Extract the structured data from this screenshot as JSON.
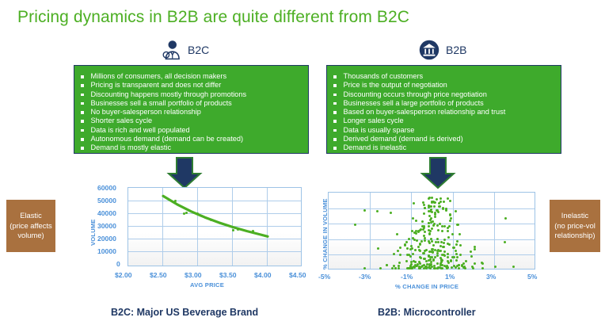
{
  "slide": {
    "title": "Pricing dynamics in B2B are quite different from B2C",
    "title_color": "#4CAF23",
    "panel_green": "#3EAA2C",
    "callout_brown": "#A9713F",
    "axis_blue": "#4A90D9",
    "dark_navy": "#1F3864"
  },
  "columns": {
    "b2c": {
      "header_label": "B2C",
      "icon": "person-icon",
      "arrow_icon": "arrow-down-icon",
      "bullets": [
        "Millions of consumers, all decision makers",
        "Pricing is transparent and does not differ",
        "Discounting happens mostly through promotions",
        "Businesses sell a small portfolio of products",
        "No buyer-salesperson relationship",
        "Shorter sales cycle",
        "Data is rich and well populated",
        "Autonomous demand (demand can be created)",
        "Demand is mostly elastic"
      ],
      "caption": "B2C: Major US Beverage Brand",
      "callout": "Elastic (price affects volume)",
      "callout_lines": [
        "Elastic",
        "(price affects",
        "volume)"
      ]
    },
    "b2b": {
      "header_label": "B2B",
      "icon": "bank-icon",
      "arrow_icon": "arrow-down-icon",
      "bullets": [
        "Thousands of customers",
        "Price is the output of negotiation",
        "Discounting occurs through price negotiation",
        "Businesses sell a large portfolio of products",
        "Based on buyer-salesperson relationship and trust",
        "Longer sales cycle",
        "Data is usually sparse",
        "Derived demand (demand is derived)",
        "Demand is inelastic"
      ],
      "caption": "B2B: Microcontroller",
      "callout": "Inelastic (no price-vol relationship)",
      "callout_lines": [
        "Inelastic",
        "(no price-vol",
        "relationship)"
      ]
    }
  },
  "chart_data": [
    {
      "type": "scatter",
      "id": "b2c-price-volume",
      "title": "B2C: Major US Beverage Brand",
      "xlabel": "AVG PRICE",
      "ylabel": "VOLUME",
      "xlim": [
        2.0,
        4.5
      ],
      "ylim": [
        0,
        60000
      ],
      "xticks": [
        "$2.00",
        "$2.50",
        "$3.00",
        "$3.50",
        "$4.00",
        "$4.50"
      ],
      "xtick_values": [
        2.0,
        2.5,
        3.0,
        3.5,
        4.0,
        4.5
      ],
      "yticks": [
        "0",
        "10000",
        "20000",
        "30000",
        "40000",
        "50000",
        "60000"
      ],
      "ytick_values": [
        0,
        10000,
        20000,
        30000,
        40000,
        50000,
        60000
      ],
      "grid": true,
      "legend": "none",
      "series_color": "#4CAF23",
      "points": [
        {
          "x": 2.66,
          "y": 49800
        },
        {
          "x": 2.79,
          "y": 40600
        },
        {
          "x": 2.82,
          "y": 41000
        },
        {
          "x": 2.98,
          "y": 40300
        },
        {
          "x": 3.17,
          "y": 35700
        },
        {
          "x": 3.49,
          "y": 28100
        },
        {
          "x": 3.56,
          "y": 28500
        },
        {
          "x": 3.78,
          "y": 27100
        }
      ],
      "trend": {
        "name": "fitted demand curve",
        "type": "line",
        "shape": "downward convex",
        "x": [
          2.5,
          2.7,
          2.9,
          3.1,
          3.3,
          3.5,
          3.7,
          3.9,
          4.0
        ],
        "y": [
          53800,
          47500,
          42200,
          37700,
          33700,
          30300,
          27300,
          24600,
          23200
        ]
      }
    },
    {
      "type": "scatter",
      "id": "b2b-price-volume",
      "title": "B2B: Microcontroller",
      "xlabel": "% CHANGE IN PRICE",
      "ylabel": "% CHANGE IN VOLUME",
      "xlim": [
        -5,
        5
      ],
      "ylim": [
        0,
        100
      ],
      "xticks": [
        "-5%",
        "-3%",
        "-1%",
        "1%",
        "3%",
        "5%"
      ],
      "xtick_values": [
        -5,
        -3,
        -1,
        1,
        3,
        5
      ],
      "yticks": [],
      "grid": true,
      "legend": "none",
      "series_color": "#4CAF23",
      "description": "dense vertical cloud of points concentrated between -1% and 1% price change spanning the full volume range, showing no price-volume relationship",
      "n_points": 310
    }
  ]
}
